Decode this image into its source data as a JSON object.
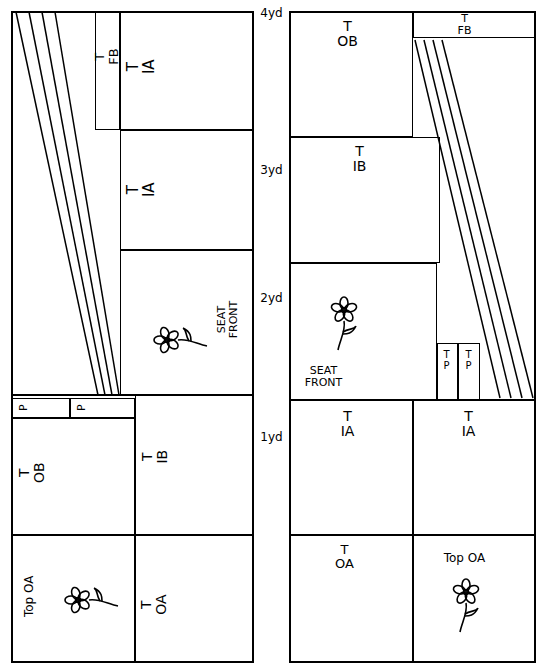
{
  "diagram": {
    "nodes": [
      {
        "text": [
          "T",
          "FB"
        ]
      },
      {
        "text": [
          "T",
          "IA"
        ]
      },
      {
        "text": [
          "T",
          "IA"
        ]
      },
      {
        "text": [
          "SEAT FRONT"
        ]
      },
      {
        "text": [
          "P"
        ]
      },
      {
        "text": [
          "P"
        ]
      },
      {
        "text": [
          "T",
          "OB"
        ]
      },
      {
        "text": [
          "T",
          "IB"
        ]
      },
      {
        "text": [
          "Top OA"
        ]
      },
      {
        "text": [
          "T",
          "OA"
        ]
      },
      {
        "text": [
          "T",
          "OB"
        ]
      },
      {
        "text": [
          "T",
          "FB"
        ]
      },
      {
        "text": [
          "T",
          "IB"
        ]
      },
      {
        "text": [
          "SEAT FRONT"
        ]
      },
      {
        "text": [
          "T",
          "P"
        ]
      },
      {
        "text": [
          "T",
          "P"
        ]
      },
      {
        "text": [
          "T",
          "IA"
        ]
      },
      {
        "text": [
          "T",
          "IA"
        ]
      },
      {
        "text": [
          "T",
          "OA"
        ]
      },
      {
        "text": [
          "Top OA"
        ]
      }
    ],
    "labels": [
      "4yd",
      "3yd",
      "2yd",
      "1yd"
    ]
  }
}
